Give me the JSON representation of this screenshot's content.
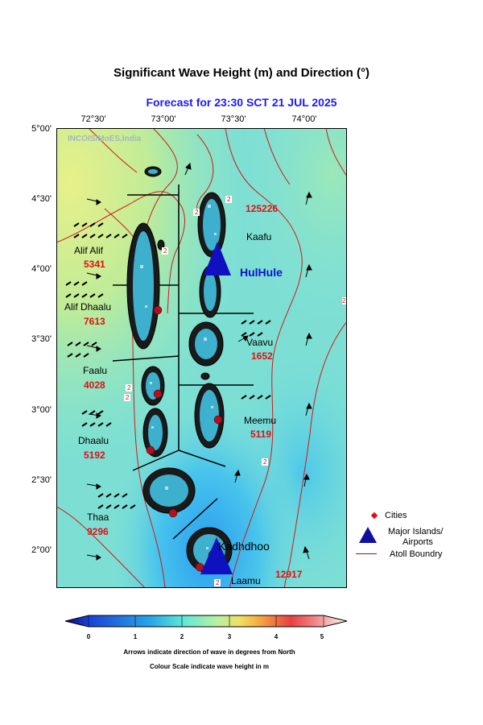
{
  "title": "Significant Wave Height (m) and Direction (°)",
  "subtitle": "Forecast for  23:30 SCT 21 JUL 2025",
  "watermark": "INCOIS/MoES,India",
  "axes": {
    "longitude_ticks": [
      "72°30'",
      "73°00'",
      "73°30'",
      "74°00'"
    ],
    "latitude_ticks": [
      "5°00'",
      "4°30'",
      "4°00'",
      "3°30'",
      "3°00'",
      "2°30'",
      "2°00'"
    ]
  },
  "atolls": [
    {
      "name": "Kaafu",
      "value": "125226"
    },
    {
      "name": "Alif Alif",
      "value": "5341"
    },
    {
      "name": "Alif Dhaalu",
      "value": "7613"
    },
    {
      "name": "Vaavu",
      "value": "1652"
    },
    {
      "name": "Faalu",
      "value": "4028"
    },
    {
      "name": "Meemu",
      "value": "5119"
    },
    {
      "name": "Dhaalu",
      "value": "5192"
    },
    {
      "name": "Thaa",
      "value": "9296"
    },
    {
      "name": "Laamu",
      "value": "12917"
    }
  ],
  "airports": [
    "HulHule",
    "Kadhdhoo"
  ],
  "contour_labels": [
    "2",
    "2",
    "2",
    "2",
    "2",
    "2",
    "2",
    "2"
  ],
  "legend": {
    "cities": "Cities",
    "islands": [
      "Major Islands/",
      "Airports"
    ],
    "boundary": "Atoll Boundry"
  },
  "colorbar": {
    "ticks": [
      "0",
      "1",
      "2",
      "3",
      "4",
      "5"
    ],
    "stops": [
      "#0b0b6e",
      "#1a3fd6",
      "#25a6e8",
      "#5fe8d8",
      "#b8f0a0",
      "#f0e060",
      "#f5a040",
      "#e84040",
      "#f08080",
      "#f8d0d0",
      "#ffffff"
    ]
  },
  "notes": [
    "Arrows indicate direction of wave in degrees from North",
    "Colour Scale indicate wave height in m"
  ]
}
